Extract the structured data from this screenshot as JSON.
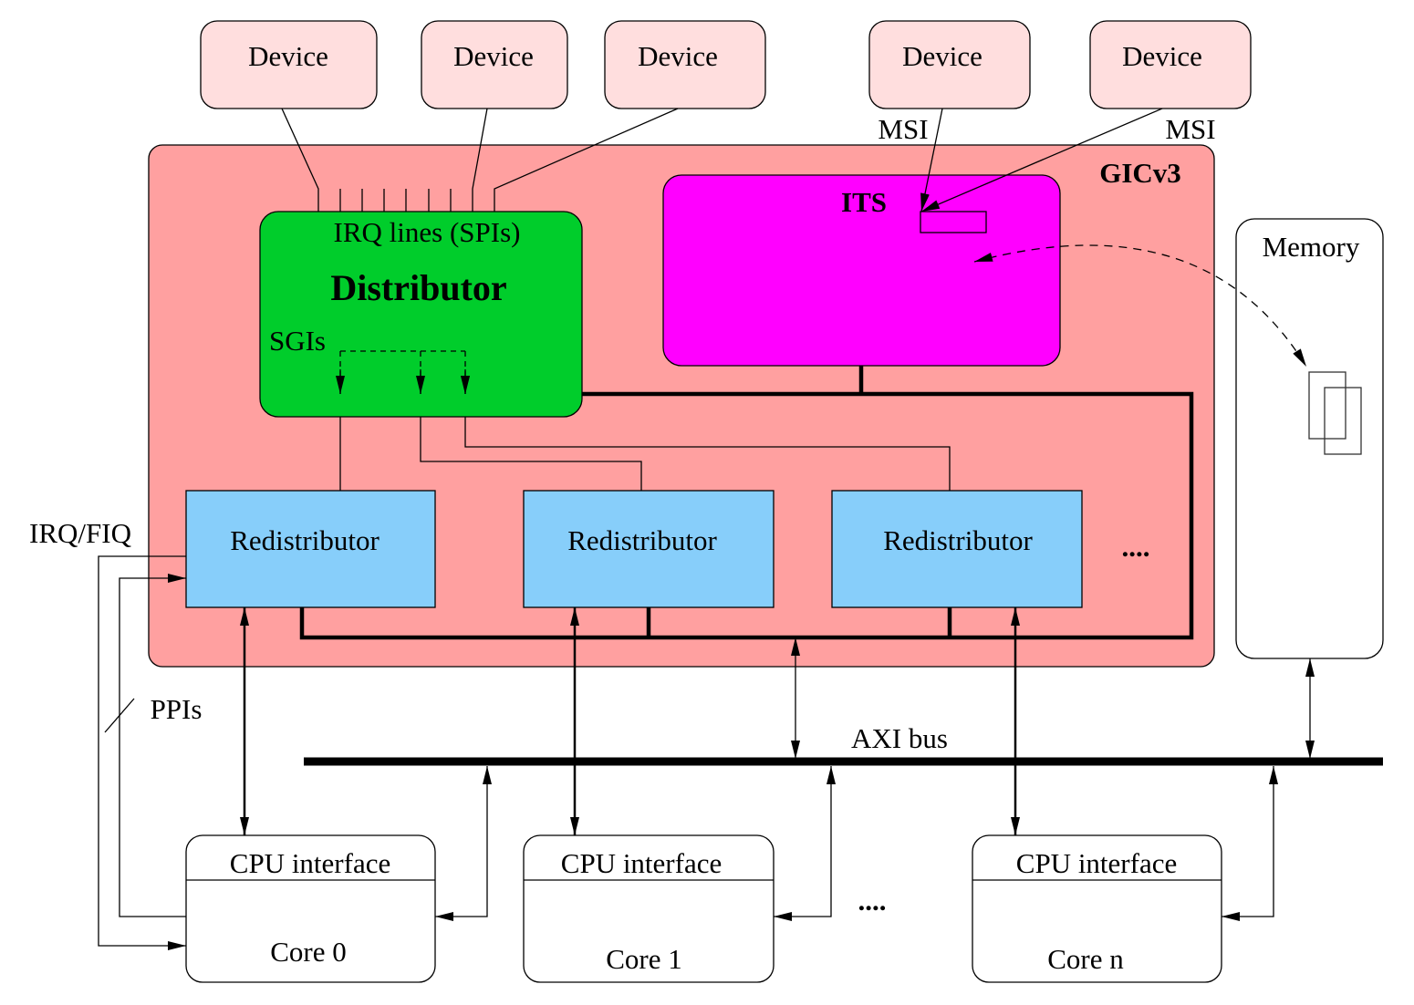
{
  "devices": [
    "Device",
    "Device",
    "Device",
    "Device",
    "Device"
  ],
  "msi_labels": [
    "MSI",
    "MSI"
  ],
  "gic": {
    "title": "GICv3",
    "distributor": {
      "title": "Distributor",
      "irq_label": "IRQ lines (SPIs)",
      "sgi_label": "SGIs"
    },
    "its": {
      "title": "ITS"
    },
    "redistributors": [
      "Redistributor",
      "Redistributor",
      "Redistributor"
    ],
    "ellipsis": "...."
  },
  "memory": {
    "title": "Memory"
  },
  "signals": {
    "irq_fiq": "IRQ/FIQ",
    "ppis": "PPIs"
  },
  "bus": {
    "label": "AXI bus"
  },
  "cores": [
    {
      "interface": "CPU interface",
      "core": "Core 0"
    },
    {
      "interface": "CPU interface",
      "core": "Core 1"
    },
    {
      "interface": "CPU interface",
      "core": "Core n"
    }
  ],
  "cores_ellipsis": "....",
  "colors": {
    "device": "#ffdede",
    "gic": "#ffa0a0",
    "distributor": "#00cd2b",
    "its": "#ff00ff",
    "redistributor": "#87cefa"
  }
}
